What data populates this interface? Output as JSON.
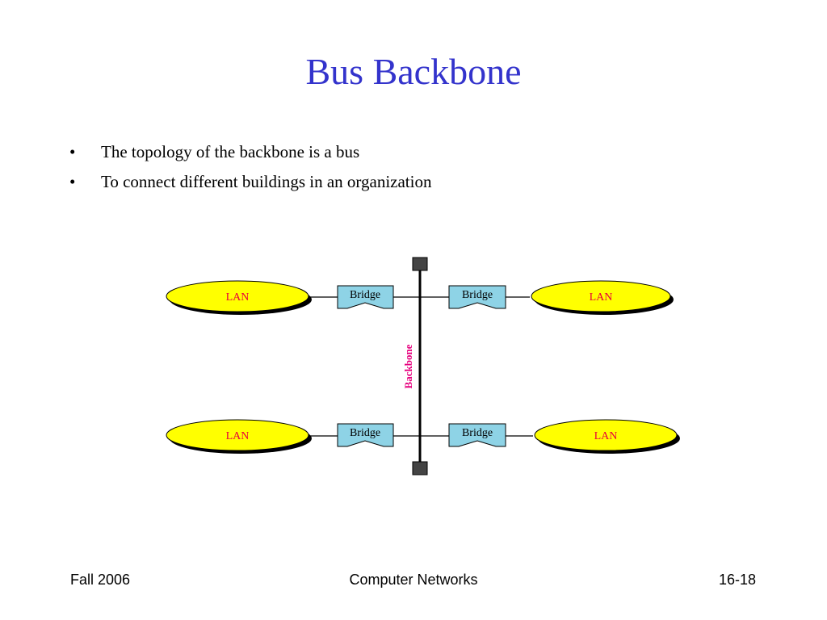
{
  "slide": {
    "title": "Bus Backbone",
    "bullets": [
      "The topology of the backbone is a bus",
      "To connect different buildings in an organization"
    ],
    "bullet_glyph": "•"
  },
  "diagram": {
    "backbone_label": "Backbone",
    "lan_label": "LAN",
    "bridge_label": "Bridge",
    "colors": {
      "lan_fill": "#ffff00",
      "lan_text": "#e8003a",
      "bridge_fill": "#8ed3e6",
      "backbone_label": "#e6007e",
      "line": "#000000",
      "terminator": "#444444"
    }
  },
  "footer": {
    "left": "Fall 2006",
    "center": "Computer Networks",
    "right": "16-18"
  }
}
